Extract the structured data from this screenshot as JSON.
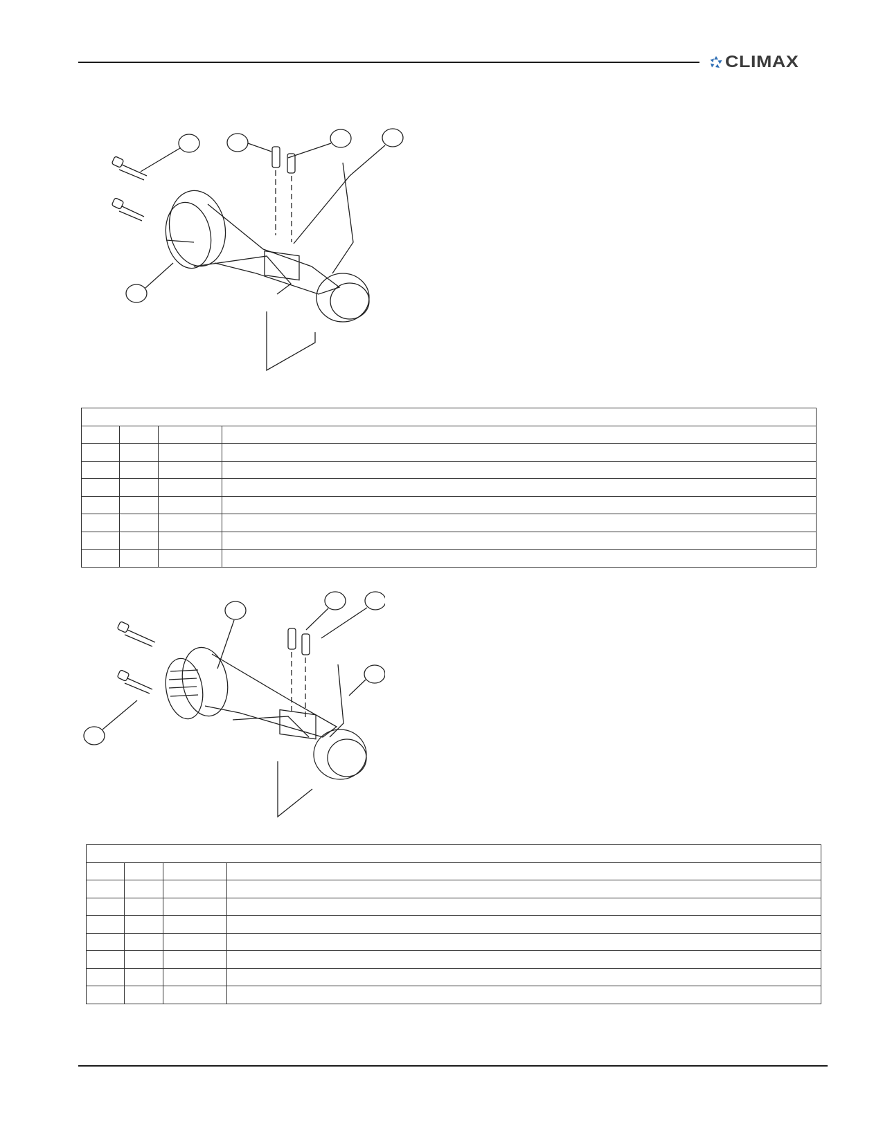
{
  "header": {
    "logo_text": "CLIMAX",
    "logo_icon": "climax-logo-icon",
    "brand_color": "#2f6fb5"
  },
  "figure_1": {
    "name": "exploded-assembly-drawing-1",
    "callouts": [
      "",
      "",
      "",
      "",
      ""
    ]
  },
  "parts_table_1": {
    "title": "",
    "headers": [
      "",
      "",
      "",
      ""
    ],
    "rows": [
      [
        "",
        "",
        "",
        ""
      ],
      [
        "",
        "",
        "",
        ""
      ],
      [
        "",
        "",
        "",
        ""
      ],
      [
        "",
        "",
        "",
        ""
      ],
      [
        "",
        "",
        "",
        ""
      ],
      [
        "",
        "",
        "",
        ""
      ],
      [
        "",
        "",
        "",
        ""
      ]
    ]
  },
  "figure_2": {
    "name": "exploded-assembly-drawing-2",
    "callouts": [
      "",
      "",
      "",
      "",
      ""
    ]
  },
  "parts_table_2": {
    "title": "",
    "headers": [
      "",
      "",
      "",
      ""
    ],
    "rows": [
      [
        "",
        "",
        "",
        ""
      ],
      [
        "",
        "",
        "",
        ""
      ],
      [
        "",
        "",
        "",
        ""
      ],
      [
        "",
        "",
        "",
        ""
      ],
      [
        "",
        "",
        "",
        ""
      ],
      [
        "",
        "",
        "",
        ""
      ],
      [
        "",
        "",
        "",
        ""
      ]
    ]
  }
}
